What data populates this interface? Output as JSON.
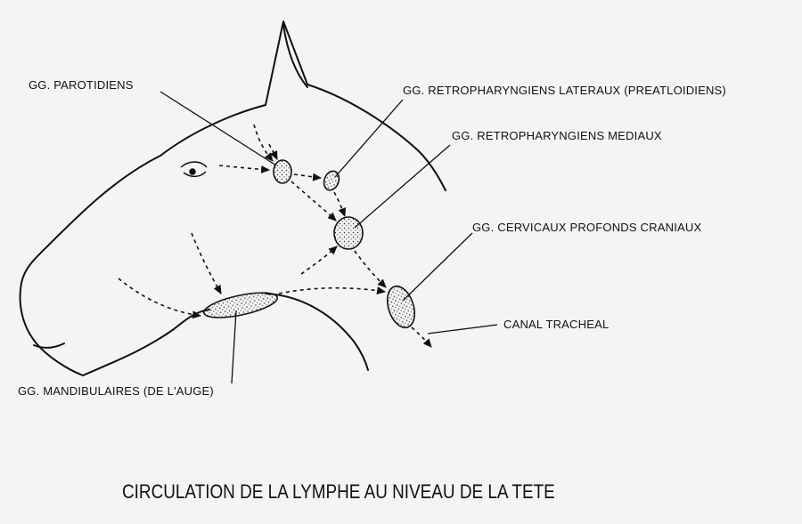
{
  "labels": {
    "parotidiens": "GG. PAROTIDIENS",
    "retro_lateraux": "GG. RETROPHARYNGIENS LATERAUX (PREATLOIDIENS)",
    "retro_mediaux": "GG. RETROPHARYNGIENS MEDIAUX",
    "cervicaux": "GG. CERVICAUX PROFONDS CRANIAUX",
    "canal": "CANAL TRACHEAL",
    "mandibulaires": "GG. MANDIBULAIRES (DE L'AUGE)"
  },
  "caption": "CIRCULATION DE LA LYMPHE AU NIVEAU DE LA TETE"
}
